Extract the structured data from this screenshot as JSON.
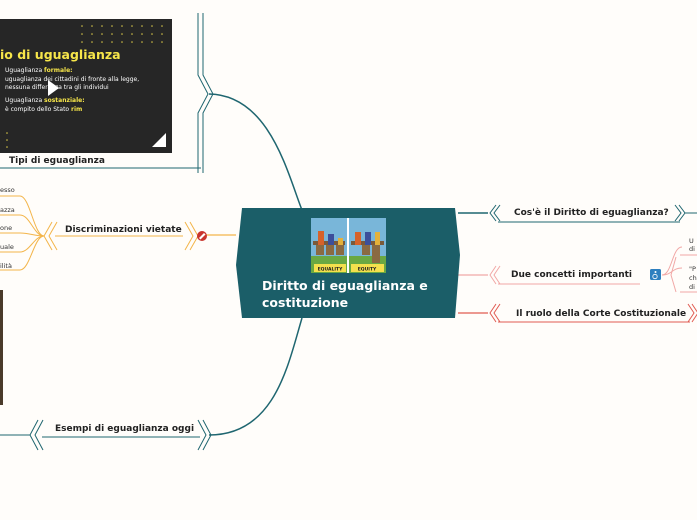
{
  "central": {
    "title": "Diritto di eguaglianza e costituzione",
    "image_labels": [
      "EQUALITY",
      "EQUITY"
    ]
  },
  "branches": {
    "tipi": "Tipi di eguaglianza",
    "discriminazioni": "Discriminazioni vietate",
    "esempi": "Esempi di eguaglianza oggi",
    "cose": "Cos'è il Diritto di eguaglianza?",
    "due_concetti": "Due concetti importanti",
    "ruolo": "Il ruolo della Corte Costituzionale"
  },
  "video": {
    "title": "io di uguaglianza",
    "formal_prefix": "Uguaglianza ",
    "formal_word": "formale:",
    "formal_line1": "uguaglianza dei cittadini di fronte alla legge,",
    "formal_line2": "nessuna differenza tra gli individui",
    "sub_prefix": "Uguaglianza ",
    "sub_word": "sostanziale:",
    "sub_line1_a": "è compito dello Stato ",
    "sub_line1_b": "rim"
  },
  "discriminazioni_items": [
    "esso",
    "azza",
    "one",
    "uale",
    "ilità"
  ],
  "right_fragments": [
    "U",
    "di",
    "\"P",
    "ch",
    "di"
  ],
  "colors": {
    "central_bg": "#1b5e68",
    "teal_line": "#1f6670",
    "orange": "#f3b54a",
    "pink": "#f1a8a6",
    "red": "#e05b52"
  },
  "icons": [
    "play-icon",
    "pencil-icon",
    "wheelchair-icon",
    "accessibility-icon"
  ]
}
